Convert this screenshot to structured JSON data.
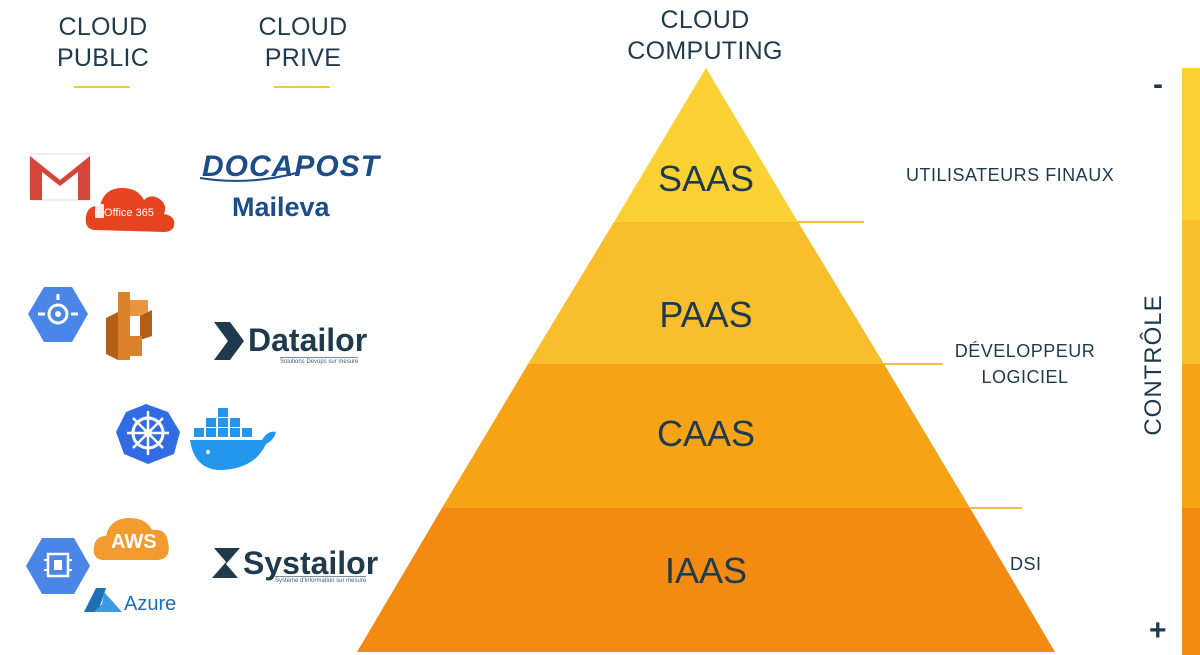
{
  "headers": {
    "public": [
      "CLOUD",
      "PUBLIC"
    ],
    "private": [
      "CLOUD",
      "PRIVE"
    ],
    "computing": [
      "CLOUD",
      "COMPUTING"
    ]
  },
  "pyramid": {
    "levels": [
      {
        "label": "SAAS",
        "color": "#fbd133"
      },
      {
        "label": "PAAS",
        "color": "#f9be2b"
      },
      {
        "label": "CAAS",
        "color": "#f6a416"
      },
      {
        "label": "IAAS",
        "color": "#f38a12"
      }
    ]
  },
  "roles": {
    "saas": "UTILISATEURS FINAUX",
    "paas": [
      "DÉVELOPPEUR",
      "LOGICIEL"
    ],
    "iaas": "DSI"
  },
  "axis": {
    "label": "CONTRÔLE",
    "minus": "-",
    "plus": "+",
    "colors": [
      "#fbd133",
      "#f9be2b",
      "#f6a416",
      "#f38a12"
    ]
  },
  "logos": {
    "docapost": "DOCAPOST",
    "maileva": "Maileva",
    "office365": "Office 365",
    "datailor": "Datailor",
    "datailor_tagline": "Solutions Devops sur mesure",
    "systailor": "Systailor",
    "systailor_tagline": "Système d'Information sur mesure",
    "aws": "AWS",
    "azure": "Azure"
  },
  "colors": {
    "text": "#1f3a4d",
    "rule": "#f5c542",
    "leader": "#f6a416"
  }
}
